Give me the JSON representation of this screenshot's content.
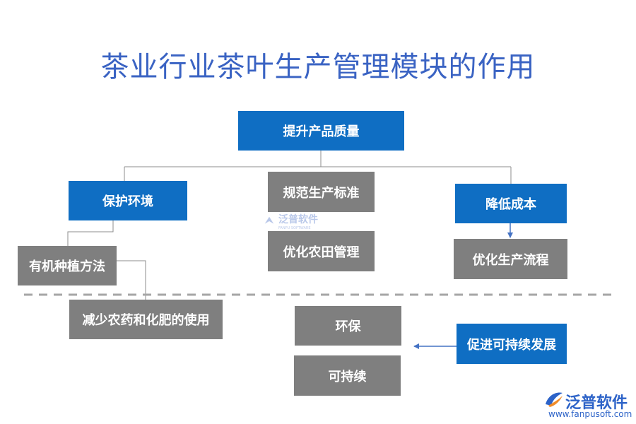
{
  "title": "茶业行业茶叶生产管理模块的作用",
  "nodes": {
    "top": "提升产品质量",
    "env": "保护环境",
    "standard": "规范生产标准",
    "cost": "降低成本",
    "method": "有机种植方法",
    "farm": "优化农田管理",
    "process": "优化生产流程",
    "reduce": "减少农药和化肥的使用",
    "eco": "环保",
    "sustain": "可持续",
    "develop": "促进可持续发展"
  },
  "watermark": {
    "name": "泛普软件",
    "sub": "FANPU SOFTWARE"
  },
  "logo": {
    "name": "泛普软件",
    "url": "www.fanpusoft.com"
  },
  "colors": {
    "title": "#3a63c3",
    "blue_box": "#0f6ec3",
    "gray_box": "#7f7f7f",
    "connector": "#8c8c8c",
    "arrow": "#4472c4"
  }
}
